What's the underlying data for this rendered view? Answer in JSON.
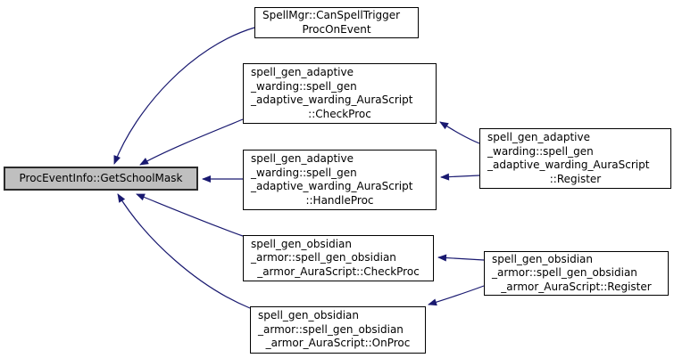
{
  "diagram": {
    "title": "ProcEventInfo::GetSchoolMask caller graph",
    "type": "doxygen-caller-graph",
    "colors": {
      "background": "#ffffff",
      "edge": "#191970",
      "node_border": "#000000",
      "node_fill": "#ffffff",
      "highlight_fill": "#bfbfbf"
    },
    "nodes": [
      {
        "id": "get-school-mask",
        "highlighted": true,
        "lines": [
          "ProcEventInfo::GetSchoolMask"
        ]
      },
      {
        "id": "can-spell-trigger-proc-on-event",
        "highlighted": false,
        "lines": [
          "SpellMgr::CanSpellTrigger",
          "ProcOnEvent"
        ]
      },
      {
        "id": "adaptive-warding-check-proc",
        "highlighted": false,
        "lines": [
          "spell_gen_adaptive",
          "_warding::spell_gen",
          "_adaptive_warding_AuraScript",
          "::CheckProc"
        ]
      },
      {
        "id": "adaptive-warding-handle-proc",
        "highlighted": false,
        "lines": [
          "spell_gen_adaptive",
          "_warding::spell_gen",
          "_adaptive_warding_AuraScript",
          "::HandleProc"
        ]
      },
      {
        "id": "obsidian-armor-check-proc",
        "highlighted": false,
        "lines": [
          "spell_gen_obsidian",
          "_armor::spell_gen_obsidian",
          "_armor_AuraScript::CheckProc"
        ]
      },
      {
        "id": "obsidian-armor-on-proc",
        "highlighted": false,
        "lines": [
          "spell_gen_obsidian",
          "_armor::spell_gen_obsidian",
          "_armor_AuraScript::OnProc"
        ]
      },
      {
        "id": "adaptive-warding-register",
        "highlighted": false,
        "lines": [
          "spell_gen_adaptive",
          "_warding::spell_gen",
          "_adaptive_warding_AuraScript",
          "::Register"
        ]
      },
      {
        "id": "obsidian-armor-register",
        "highlighted": false,
        "lines": [
          "spell_gen_obsidian",
          "_armor::spell_gen_obsidian",
          "_armor_AuraScript::Register"
        ]
      }
    ],
    "edges": [
      {
        "from": "can-spell-trigger-proc-on-event",
        "to": "get-school-mask"
      },
      {
        "from": "adaptive-warding-check-proc",
        "to": "get-school-mask"
      },
      {
        "from": "adaptive-warding-handle-proc",
        "to": "get-school-mask"
      },
      {
        "from": "obsidian-armor-check-proc",
        "to": "get-school-mask"
      },
      {
        "from": "obsidian-armor-on-proc",
        "to": "get-school-mask"
      },
      {
        "from": "adaptive-warding-register",
        "to": "adaptive-warding-check-proc"
      },
      {
        "from": "adaptive-warding-register",
        "to": "adaptive-warding-handle-proc"
      },
      {
        "from": "obsidian-armor-register",
        "to": "obsidian-armor-check-proc"
      },
      {
        "from": "obsidian-armor-register",
        "to": "obsidian-armor-on-proc"
      }
    ]
  }
}
